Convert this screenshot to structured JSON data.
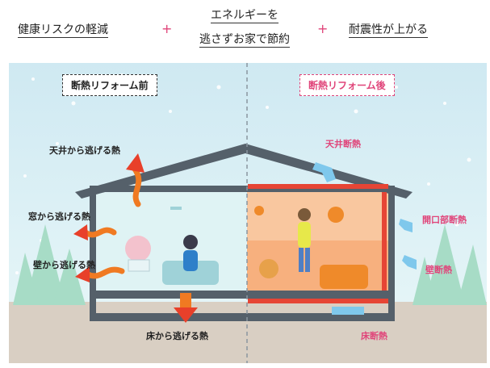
{
  "goals": {
    "item1": "健康リスクの軽減",
    "item2_line1": "エネルギーを",
    "item2_line2": "逃さずお家で節約",
    "item3": "耐震性が上がる",
    "plus": "+"
  },
  "before": {
    "title": "断熱リフォーム前",
    "ceiling": "天井から逃げる熱",
    "window": "窓から逃げる熱",
    "wall": "壁から逃げる熱",
    "floor": "床から逃げる熱"
  },
  "after": {
    "title": "断熱リフォーム後",
    "ceiling": "天井断熱",
    "opening": "開口部断熱",
    "wall": "壁断熱",
    "floor": "床断熱"
  },
  "colors": {
    "accent_pink": "#e0457a",
    "heat_orange": "#f07a22",
    "house_frame": "#55606a",
    "insulation": "#e64535",
    "cold_blue": "#7fc8ec"
  }
}
